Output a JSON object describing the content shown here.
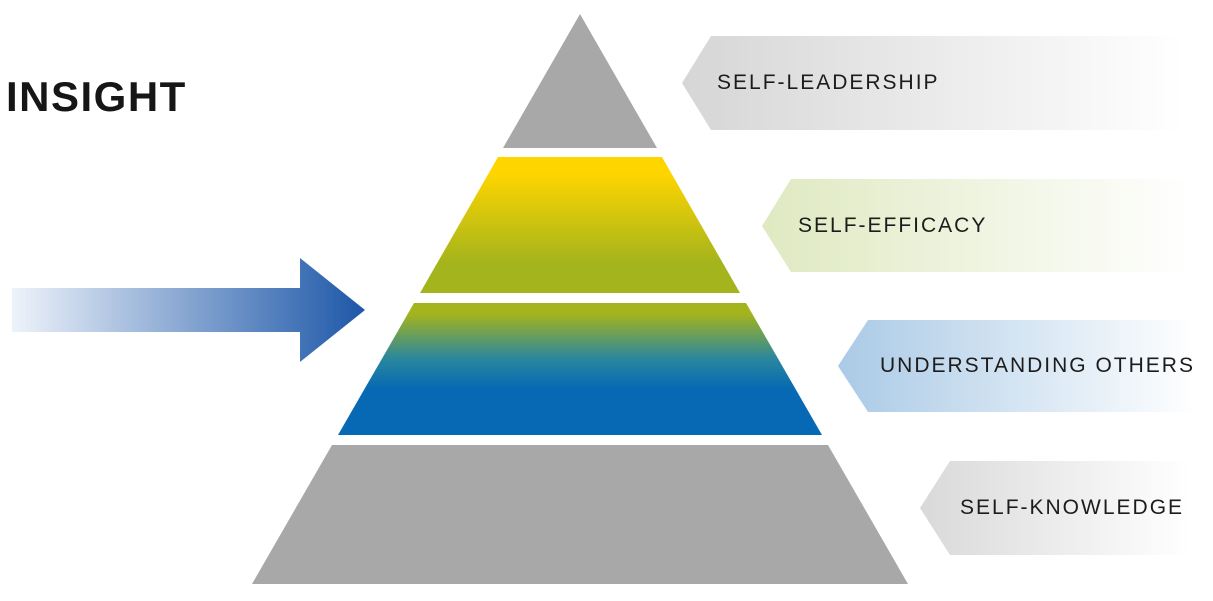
{
  "title": "INSIGHT",
  "pyramid": {
    "type": "pyramid-diagram",
    "levels": [
      {
        "label": "SELF-LEADERSHIP"
      },
      {
        "label": "SELF-EFFICACY"
      },
      {
        "label": "UNDERSTANDING OTHERS"
      },
      {
        "label": "SELF-KNOWLEDGE"
      }
    ]
  },
  "colors": {
    "title_text": "#161616",
    "label_text": "#1c1c1c",
    "pyramid_gray": "#a8a8a8",
    "yellow_top": "#ffd500",
    "olive": "#a4b41c",
    "teal_mid": "#2a879d",
    "blue": "#0769b3",
    "arrow_light": "#eef3fa",
    "arrow_dark": "#1d57a8",
    "banner1_from": "#d6d6d6",
    "banner2_from": "#dfe9c1",
    "banner3_from": "#aacae6",
    "banner4_from": "#d9d9d9",
    "banner_to": "#ffffff"
  }
}
